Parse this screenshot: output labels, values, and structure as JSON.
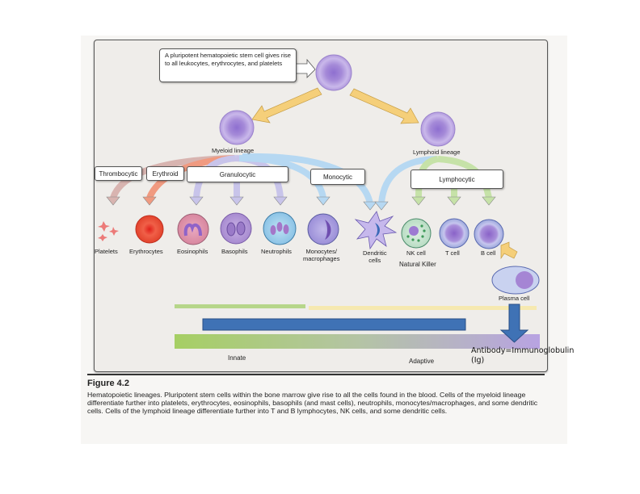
{
  "callout": {
    "text": "A pluripotent hematopoietic stem cell gives rise to all leukocytes, erythrocytes, and platelets"
  },
  "lineages": {
    "myeloid": "Myeloid lineage",
    "lymphoid": "Lymphoid lineage"
  },
  "branch_boxes": {
    "thrombocytic": "Thrombocytic",
    "erythroid": "Erythroid",
    "granulocytic": "Granulocytic",
    "monocytic": "Monocytic",
    "lymphocytic": "Lymphocytic"
  },
  "cells": [
    {
      "id": "platelets",
      "label": "Platelets"
    },
    {
      "id": "erythrocytes",
      "label": "Erythrocytes"
    },
    {
      "id": "eosinophils",
      "label": "Eosinophils"
    },
    {
      "id": "basophils",
      "label": "Basophils"
    },
    {
      "id": "neutrophils",
      "label": "Neutrophils"
    },
    {
      "id": "monocytes",
      "label": "Monocytes/\nmacrophages"
    },
    {
      "id": "dendritic",
      "label": "Dendritic\ncells"
    },
    {
      "id": "nk",
      "label": "NK cell"
    },
    {
      "id": "tcell",
      "label": "T cell"
    },
    {
      "id": "bcell",
      "label": "B cell"
    },
    {
      "id": "plasma",
      "label": "Plasma cell"
    }
  ],
  "nk_annotation": "Natural Killer",
  "immunity_bar": {
    "innate": "Innate",
    "adaptive": "Adaptive"
  },
  "antibody_annotation": {
    "line1": "Antibody=Immunoglobulin",
    "line2": "(Ig)"
  },
  "caption": {
    "title": "Figure 4.2",
    "body": "Hematopoietic lineages. Pluripotent stem cells within the bone marrow give rise to all the cells found in the blood. Cells of the myeloid lineage differentiate further into platelets, erythrocytes, eosinophils, basophils (and mast cells), neutrophils, monocytes/macrophages, and some dendritic cells. Cells of the lymphoid lineage differentiate further into T and B lymphocytes, NK cells, and some dendritic cells."
  },
  "colors": {
    "overlay_blue": "#3f72b5",
    "stem_cell": "#a98fd8",
    "arrow_yellow": "#f5cf7a",
    "bar_green": "#a9cf6a",
    "bar_purple": "#b9a6e0"
  }
}
